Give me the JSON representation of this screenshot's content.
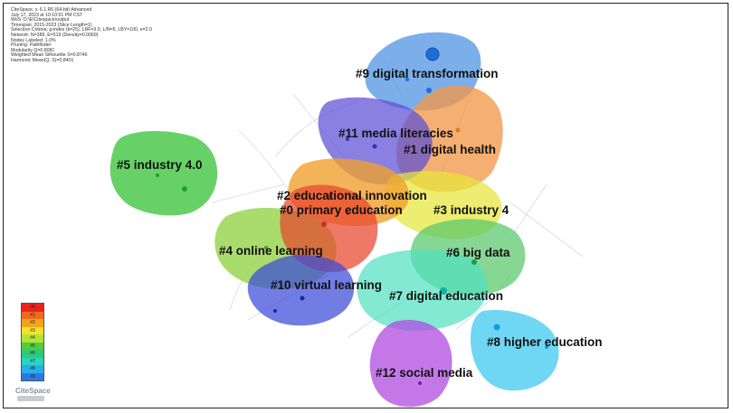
{
  "metadata_lines": [
    "CiteSpace, v. 6.1.R6 (64-bit) Advanced",
    "July 17, 2023 at 10:10:51 PM CST",
    "WoS: D:\\E\\Citespace\\output",
    "Timespan: 2015-2023 (Slice Length=1)",
    "Selection Criteria: g-index (k=25), LRF=3.0, L/N=5, LBY=100, e=2.0",
    "Network: N=389, E=519 (Density=0.0069)",
    "Nodes Labeled: 1.0%",
    "Pruning: Pathfinder",
    "Modularity Q=0.8081",
    "Weighted Mean Silhouette S=0.8746",
    "Harmonic Mean(Q, S)=0.8401"
  ],
  "clusters": [
    {
      "id": "c9",
      "label": "#9 digital transformation",
      "color": "#4a90e2"
    },
    {
      "id": "c11",
      "label": "#11 media literacies",
      "color": "#5b4fd6"
    },
    {
      "id": "c1",
      "label": "#1 digital health",
      "color": "#f2994a"
    },
    {
      "id": "c5",
      "label": "#5 industry 4.0",
      "color": "#3cc43c"
    },
    {
      "id": "c2",
      "label": "#2 educational innovation",
      "color": "#f0a030"
    },
    {
      "id": "c0",
      "label": "#0 primary education",
      "color": "#e8452c"
    },
    {
      "id": "c3",
      "label": "#3 industry 4",
      "color": "#e6e63a"
    },
    {
      "id": "c4",
      "label": "#4 online learning",
      "color": "#8fd13f"
    },
    {
      "id": "c6",
      "label": "#6 big data",
      "color": "#58c86a"
    },
    {
      "id": "c10",
      "label": "#10 virtual learning",
      "color": "#3a4bd8"
    },
    {
      "id": "c7",
      "label": "#7 digital education",
      "color": "#4fe0c0"
    },
    {
      "id": "c8",
      "label": "#8 higher education",
      "color": "#38c8f0"
    },
    {
      "id": "c12",
      "label": "#12 social media",
      "color": "#b04be0"
    }
  ],
  "legend": [
    {
      "label": "#0",
      "color": "#e8251c"
    },
    {
      "label": "#1",
      "color": "#f06a1c"
    },
    {
      "label": "#2",
      "color": "#f5a21f"
    },
    {
      "label": "#3",
      "color": "#f4e12a"
    },
    {
      "label": "#4",
      "color": "#b5e23a"
    },
    {
      "label": "#5",
      "color": "#55cc3a"
    },
    {
      "label": "#6",
      "color": "#2fc97a"
    },
    {
      "label": "#7",
      "color": "#28d4c0"
    },
    {
      "label": "#8",
      "color": "#27aee6"
    },
    {
      "label": "#9",
      "color": "#2a7ae6"
    }
  ],
  "brand": "CiteSpace"
}
